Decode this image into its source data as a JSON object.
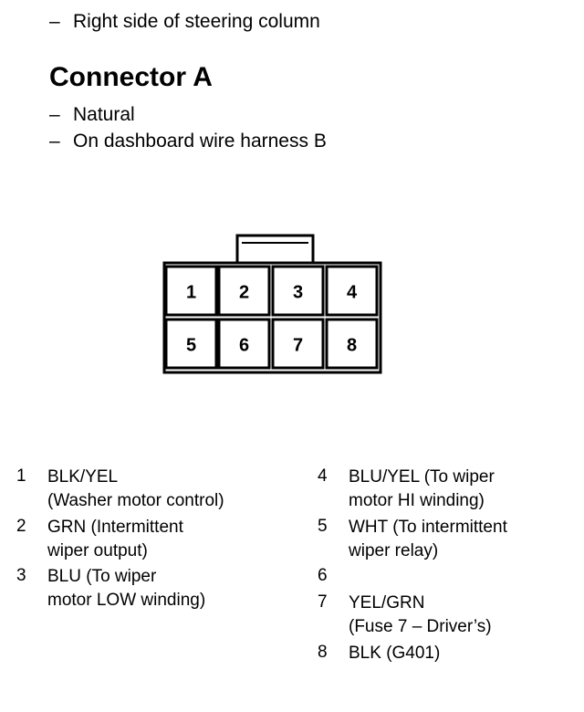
{
  "location_line": "Right side of steering column",
  "connector": {
    "title": "Connector A",
    "details": [
      "Natural",
      "On dashboard wire harness B"
    ],
    "dash": "–",
    "cavities": [
      "1",
      "2",
      "3",
      "4",
      "5",
      "6",
      "7",
      "8"
    ]
  },
  "pins_left": [
    {
      "num": "1",
      "lines": [
        "BLK/YEL",
        "(Washer motor control)"
      ]
    },
    {
      "num": "2",
      "lines": [
        "GRN (Intermittent",
        "wiper output)"
      ]
    },
    {
      "num": "3",
      "lines": [
        "BLU (To wiper",
        "motor LOW winding)"
      ]
    }
  ],
  "pins_right": [
    {
      "num": "4",
      "lines": [
        "BLU/YEL (To wiper",
        "motor HI winding)"
      ]
    },
    {
      "num": "5",
      "lines": [
        "WHT (To intermittent",
        "wiper relay)"
      ]
    },
    {
      "num": "6",
      "lines": []
    },
    {
      "num": "7",
      "lines": [
        "YEL/GRN",
        "(Fuse 7  –  Driver’s)"
      ]
    },
    {
      "num": "8",
      "lines": [
        "BLK (G401)"
      ]
    }
  ]
}
